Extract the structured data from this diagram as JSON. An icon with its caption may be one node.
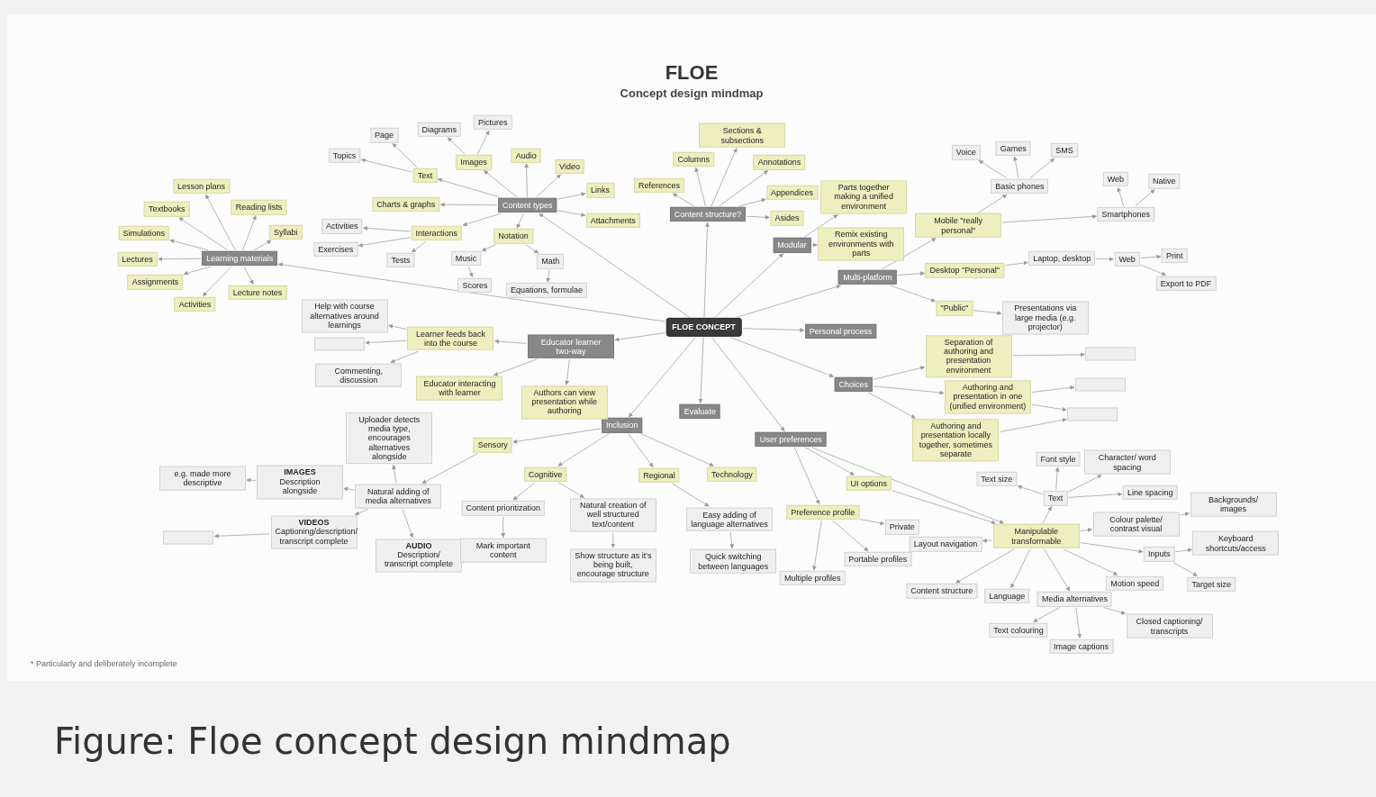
{
  "diagram": {
    "title": "FLOE",
    "caption": "Figure: Floe concept design mindmap",
    "labels": [
      "Concept design mindmap",
      "* Particularly and deliberately incomplete"
    ],
    "nodes": [
      {
        "text": [
          "FLOE CONCEPT"
        ]
      },
      {
        "text": [
          "Learning materials"
        ]
      },
      {
        "text": [
          "Lesson plans"
        ]
      },
      {
        "text": [
          "Textbooks"
        ]
      },
      {
        "text": [
          "Reading lists"
        ]
      },
      {
        "text": [
          "Syllabi"
        ]
      },
      {
        "text": [
          "Simulations"
        ]
      },
      {
        "text": [
          "Lectures"
        ]
      },
      {
        "text": [
          "Assignments"
        ]
      },
      {
        "text": [
          "Lecture notes"
        ]
      },
      {
        "text": [
          "Activities"
        ]
      },
      {
        "text": [
          "Content types"
        ]
      },
      {
        "text": [
          "Text"
        ]
      },
      {
        "text": [
          "Topics"
        ]
      },
      {
        "text": [
          "Page"
        ]
      },
      {
        "text": [
          "Images"
        ]
      },
      {
        "text": [
          "Diagrams"
        ]
      },
      {
        "text": [
          "Pictures"
        ]
      },
      {
        "text": [
          "Audio"
        ]
      },
      {
        "text": [
          "Video"
        ]
      },
      {
        "text": [
          "Links"
        ]
      },
      {
        "text": [
          "Attachments"
        ]
      },
      {
        "text": [
          "Charts & graphs"
        ]
      },
      {
        "text": [
          "Interactions"
        ]
      },
      {
        "text": [
          "Activities"
        ]
      },
      {
        "text": [
          "Exercises"
        ]
      },
      {
        "text": [
          "Tests"
        ]
      },
      {
        "text": [
          "Notation"
        ]
      },
      {
        "text": [
          "Music"
        ]
      },
      {
        "text": [
          "Scores"
        ]
      },
      {
        "text": [
          "Math"
        ]
      },
      {
        "text": [
          "Equations, formulae"
        ]
      },
      {
        "text": [
          "Content structure?"
        ]
      },
      {
        "text": [
          "References"
        ]
      },
      {
        "text": [
          "Columns"
        ]
      },
      {
        "text": [
          "Sections & subsections"
        ]
      },
      {
        "text": [
          "Annotations"
        ]
      },
      {
        "text": [
          "Appendices"
        ]
      },
      {
        "text": [
          "Asides"
        ]
      },
      {
        "text": [
          "Modular"
        ]
      },
      {
        "text": [
          "Parts together making a unified environment"
        ]
      },
      {
        "text": [
          "Remix existing environments with parts"
        ]
      },
      {
        "text": [
          "Multi-platform"
        ]
      },
      {
        "text": [
          "Mobile \"really personal\""
        ]
      },
      {
        "text": [
          "Basic phones"
        ]
      },
      {
        "text": [
          "Voice"
        ]
      },
      {
        "text": [
          "Games"
        ]
      },
      {
        "text": [
          "SMS"
        ]
      },
      {
        "text": [
          "Smartphones"
        ]
      },
      {
        "text": [
          "Web"
        ]
      },
      {
        "text": [
          "Native"
        ]
      },
      {
        "text": [
          "Desktop \"Personal\""
        ]
      },
      {
        "text": [
          "Laptop, desktop"
        ]
      },
      {
        "text": [
          "Web"
        ]
      },
      {
        "text": [
          "Print"
        ]
      },
      {
        "text": [
          "Export to PDF"
        ]
      },
      {
        "text": [
          "\"Public\""
        ]
      },
      {
        "text": [
          "Presentations via large media (e.g. projector)"
        ]
      },
      {
        "text": [
          "Personal process"
        ]
      },
      {
        "text": [
          "Choices"
        ]
      },
      {
        "text": [
          "Separation of authoring and presentation environment"
        ]
      },
      {
        "text": [],
        "shape": "box"
      },
      {
        "text": [
          "Authoring and presentation in one (unified environment)"
        ]
      },
      {
        "text": [],
        "shape": "box"
      },
      {
        "text": [],
        "shape": "box"
      },
      {
        "text": [
          "Authoring and presentation locally together, sometimes separate"
        ]
      },
      {
        "text": [
          "User preferences"
        ]
      },
      {
        "text": [
          "Preference profile"
        ]
      },
      {
        "text": [
          "Private"
        ]
      },
      {
        "text": [
          "Multiple profiles"
        ]
      },
      {
        "text": [
          "Portable profiles"
        ]
      },
      {
        "text": [
          "UI options"
        ]
      },
      {
        "text": [
          "Manipulable transformable"
        ]
      },
      {
        "text": [
          "Text"
        ]
      },
      {
        "text": [
          "Font style"
        ]
      },
      {
        "text": [
          "Text size"
        ]
      },
      {
        "text": [
          "Character/ word spacing"
        ]
      },
      {
        "text": [
          "Line spacing"
        ]
      },
      {
        "text": [
          "Colour palette/ contrast visual"
        ]
      },
      {
        "text": [
          "Backgrounds/ images"
        ]
      },
      {
        "text": [
          "Inputs"
        ]
      },
      {
        "text": [
          "Keyboard shortcuts/access"
        ]
      },
      {
        "text": [
          "Target size"
        ]
      },
      {
        "text": [
          "Motion speed"
        ]
      },
      {
        "text": [
          "Media alternatives"
        ]
      },
      {
        "text": [
          "Text colouring"
        ]
      },
      {
        "text": [
          "Image captions"
        ]
      },
      {
        "text": [
          "Closed captioning/ transcripts"
        ]
      },
      {
        "text": [
          "Language"
        ]
      },
      {
        "text": [
          "Content structure"
        ]
      },
      {
        "text": [
          "Layout navigation"
        ]
      },
      {
        "text": [
          "Evaluate"
        ]
      },
      {
        "text": [
          "Inclusion"
        ]
      },
      {
        "text": [
          "Sensory"
        ]
      },
      {
        "text": [
          "Natural adding of media alternatives"
        ]
      },
      {
        "text": [
          "Uploader detects media type, encourages alternatives alongside"
        ]
      },
      {
        "text": [
          "IMAGES",
          "Description alongside"
        ]
      },
      {
        "text": [
          "e.g. made more descriptive"
        ]
      },
      {
        "text": [
          "VIDEOS",
          "Captioning/description/ transcript complete"
        ]
      },
      {
        "text": [],
        "shape": "box"
      },
      {
        "text": [
          "AUDIO",
          "Description/ transcript complete"
        ]
      },
      {
        "text": [
          "Cognitive"
        ]
      },
      {
        "text": [
          "Content prioritization"
        ]
      },
      {
        "text": [
          "Mark important content"
        ]
      },
      {
        "text": [
          "Natural creation of well structured text/content"
        ]
      },
      {
        "text": [
          "Show structure as it's being built, encourage structure"
        ]
      },
      {
        "text": [
          "Regional"
        ]
      },
      {
        "text": [
          "Easy adding of language alternatives"
        ]
      },
      {
        "text": [
          "Quick switching between languages"
        ]
      },
      {
        "text": [
          "Technology"
        ]
      },
      {
        "text": [
          "Educator learner two-way"
        ]
      },
      {
        "text": [
          "Learner feeds back into the course"
        ]
      },
      {
        "text": [
          "Help with course alternatives around learnings"
        ]
      },
      {
        "text": [],
        "shape": "box"
      },
      {
        "text": [
          "Commenting, discussion"
        ]
      },
      {
        "text": [
          "Educator interacting with learner"
        ]
      },
      {
        "text": [
          "Authors can view presentation while authoring"
        ]
      }
    ],
    "edges": [
      {
        "from": 0,
        "to": 1,
        "arrow": "to"
      },
      {
        "from": 0,
        "to": 11,
        "arrow": "to"
      },
      {
        "from": 0,
        "to": 32,
        "arrow": "to"
      },
      {
        "from": 0,
        "to": 39,
        "arrow": "to"
      },
      {
        "from": 0,
        "to": 42,
        "arrow": "to"
      },
      {
        "from": 0,
        "to": 58,
        "arrow": "to"
      },
      {
        "from": 0,
        "to": 59,
        "arrow": "to"
      },
      {
        "from": 0,
        "to": 66,
        "arrow": "to"
      },
      {
        "from": 0,
        "to": 91,
        "arrow": "to"
      },
      {
        "from": 0,
        "to": 92,
        "arrow": "to"
      },
      {
        "from": 0,
        "to": 110,
        "arrow": "to"
      },
      {
        "from": 1,
        "to": 2,
        "arrow": "to"
      },
      {
        "from": 1,
        "to": 3,
        "arrow": "to"
      },
      {
        "from": 1,
        "to": 4,
        "arrow": "to"
      },
      {
        "from": 1,
        "to": 5,
        "arrow": "to"
      },
      {
        "from": 1,
        "to": 6,
        "arrow": "to"
      },
      {
        "from": 1,
        "to": 7,
        "arrow": "to"
      },
      {
        "from": 1,
        "to": 8,
        "arrow": "to"
      },
      {
        "from": 1,
        "to": 9,
        "arrow": "to"
      },
      {
        "from": 1,
        "to": 10,
        "arrow": "to"
      },
      {
        "from": 11,
        "to": 12,
        "arrow": "to"
      },
      {
        "from": 12,
        "to": 13,
        "arrow": "to"
      },
      {
        "from": 12,
        "to": 14,
        "arrow": "to"
      },
      {
        "from": 11,
        "to": 15,
        "arrow": "to"
      },
      {
        "from": 15,
        "to": 16,
        "arrow": "to"
      },
      {
        "from": 15,
        "to": 17,
        "arrow": "to"
      },
      {
        "from": 11,
        "to": 18,
        "arrow": "to"
      },
      {
        "from": 11,
        "to": 19,
        "arrow": "to"
      },
      {
        "from": 11,
        "to": 20,
        "arrow": "to"
      },
      {
        "from": 11,
        "to": 21,
        "arrow": "to"
      },
      {
        "from": 11,
        "to": 22,
        "arrow": "to"
      },
      {
        "from": 11,
        "to": 23,
        "arrow": "to"
      },
      {
        "from": 23,
        "to": 24,
        "arrow": "to"
      },
      {
        "from": 23,
        "to": 25,
        "arrow": "to"
      },
      {
        "from": 23,
        "to": 26,
        "arrow": "to"
      },
      {
        "from": 11,
        "to": 27,
        "arrow": "to"
      },
      {
        "from": 27,
        "to": 28,
        "arrow": "to"
      },
      {
        "from": 28,
        "to": 29,
        "arrow": "to"
      },
      {
        "from": 27,
        "to": 30,
        "arrow": "to"
      },
      {
        "from": 30,
        "to": 31,
        "arrow": "to"
      },
      {
        "from": 32,
        "to": 33,
        "arrow": "to"
      },
      {
        "from": 32,
        "to": 34,
        "arrow": "to"
      },
      {
        "from": 32,
        "to": 35,
        "arrow": "to"
      },
      {
        "from": 32,
        "to": 36,
        "arrow": "to"
      },
      {
        "from": 32,
        "to": 37,
        "arrow": "to"
      },
      {
        "from": 32,
        "to": 38,
        "arrow": "to"
      },
      {
        "from": 39,
        "to": 40,
        "arrow": "to"
      },
      {
        "from": 39,
        "to": 41,
        "arrow": "to"
      },
      {
        "from": 42,
        "to": 43,
        "arrow": "to"
      },
      {
        "from": 43,
        "to": 44,
        "arrow": "to"
      },
      {
        "from": 44,
        "to": 45,
        "arrow": "to"
      },
      {
        "from": 44,
        "to": 46,
        "arrow": "to"
      },
      {
        "from": 44,
        "to": 47,
        "arrow": "to"
      },
      {
        "from": 43,
        "to": 48,
        "arrow": "to"
      },
      {
        "from": 48,
        "to": 49,
        "arrow": "to"
      },
      {
        "from": 48,
        "to": 50,
        "arrow": "to"
      },
      {
        "from": 42,
        "to": 51,
        "arrow": "to"
      },
      {
        "from": 51,
        "to": 52,
        "arrow": "to"
      },
      {
        "from": 52,
        "to": 53,
        "arrow": "to"
      },
      {
        "from": 53,
        "to": 54,
        "arrow": "to"
      },
      {
        "from": 53,
        "to": 55,
        "arrow": "to"
      },
      {
        "from": 42,
        "to": 56,
        "arrow": "to"
      },
      {
        "from": 56,
        "to": 57,
        "arrow": "to"
      },
      {
        "from": 59,
        "to": 60,
        "arrow": "to"
      },
      {
        "from": 60,
        "to": 61,
        "arrow": "to"
      },
      {
        "from": 59,
        "to": 62,
        "arrow": "to"
      },
      {
        "from": 62,
        "to": 63,
        "arrow": "to"
      },
      {
        "from": 62,
        "to": 64,
        "arrow": "to"
      },
      {
        "from": 59,
        "to": 65,
        "arrow": "to"
      },
      {
        "from": 65,
        "to": 64,
        "arrow": "to"
      },
      {
        "from": 66,
        "to": 67,
        "arrow": "to"
      },
      {
        "from": 67,
        "to": 68,
        "arrow": "to"
      },
      {
        "from": 67,
        "to": 69,
        "arrow": "to"
      },
      {
        "from": 67,
        "to": 70,
        "arrow": "to"
      },
      {
        "from": 66,
        "to": 71,
        "arrow": "to"
      },
      {
        "from": 66,
        "to": 72,
        "arrow": "to"
      },
      {
        "from": 71,
        "to": 72,
        "arrow": "to"
      },
      {
        "from": 72,
        "to": 73,
        "arrow": "to"
      },
      {
        "from": 73,
        "to": 74,
        "arrow": "to"
      },
      {
        "from": 73,
        "to": 75,
        "arrow": "to"
      },
      {
        "from": 73,
        "to": 76,
        "arrow": "to"
      },
      {
        "from": 73,
        "to": 77,
        "arrow": "to"
      },
      {
        "from": 72,
        "to": 78,
        "arrow": "to"
      },
      {
        "from": 78,
        "to": 79,
        "arrow": "to"
      },
      {
        "from": 72,
        "to": 80,
        "arrow": "to"
      },
      {
        "from": 80,
        "to": 81,
        "arrow": "to"
      },
      {
        "from": 80,
        "to": 82,
        "arrow": "to"
      },
      {
        "from": 72,
        "to": 83,
        "arrow": "to"
      },
      {
        "from": 72,
        "to": 84,
        "arrow": "to"
      },
      {
        "from": 84,
        "to": 85,
        "arrow": "to"
      },
      {
        "from": 84,
        "to": 86,
        "arrow": "to"
      },
      {
        "from": 84,
        "to": 87,
        "arrow": "to"
      },
      {
        "from": 72,
        "to": 88,
        "arrow": "to"
      },
      {
        "from": 72,
        "to": 89,
        "arrow": "to"
      },
      {
        "from": 72,
        "to": 90,
        "arrow": "to"
      },
      {
        "from": 92,
        "to": 93,
        "arrow": "to"
      },
      {
        "from": 93,
        "to": 94,
        "arrow": "to"
      },
      {
        "from": 94,
        "to": 95,
        "arrow": "to"
      },
      {
        "from": 94,
        "to": 96,
        "arrow": "to"
      },
      {
        "from": 96,
        "to": 97,
        "arrow": "to"
      },
      {
        "from": 94,
        "to": 98,
        "arrow": "to"
      },
      {
        "from": 98,
        "to": 99,
        "arrow": "to"
      },
      {
        "from": 94,
        "to": 100,
        "arrow": "to"
      },
      {
        "from": 92,
        "to": 101,
        "arrow": "to"
      },
      {
        "from": 101,
        "to": 102,
        "arrow": "to"
      },
      {
        "from": 102,
        "to": 103,
        "arrow": "to"
      },
      {
        "from": 101,
        "to": 104,
        "arrow": "to"
      },
      {
        "from": 104,
        "to": 105,
        "arrow": "to"
      },
      {
        "from": 92,
        "to": 106,
        "arrow": "to"
      },
      {
        "from": 106,
        "to": 107,
        "arrow": "to"
      },
      {
        "from": 107,
        "to": 108,
        "arrow": "to"
      },
      {
        "from": 92,
        "to": 109,
        "arrow": "to"
      },
      {
        "from": 110,
        "to": 111,
        "arrow": "to"
      },
      {
        "from": 111,
        "to": 112,
        "arrow": "to"
      },
      {
        "from": 111,
        "to": 113,
        "arrow": "to"
      },
      {
        "from": 111,
        "to": 114,
        "arrow": "to"
      },
      {
        "from": 110,
        "to": 115,
        "arrow": "to"
      },
      {
        "from": 110,
        "to": 116,
        "arrow": "to"
      }
    ]
  }
}
